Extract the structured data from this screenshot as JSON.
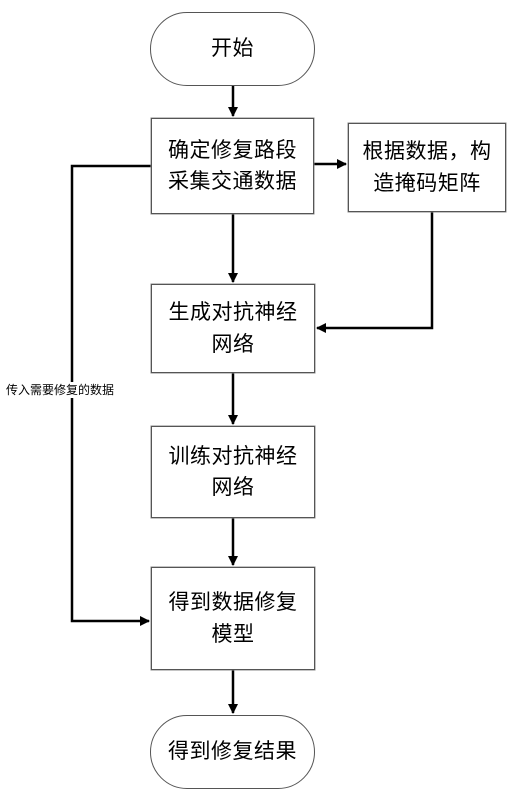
{
  "flowchart": {
    "start": "开始",
    "step1": {
      "line1": "确定修复路段",
      "line2": "采集交通数据"
    },
    "side_step": {
      "line1": "根据数据，构",
      "line2": "造掩码矩阵"
    },
    "step2": {
      "line1": "生成对抗神经",
      "line2": "网络"
    },
    "step3": {
      "line1": "训练对抗神经",
      "line2": "网络"
    },
    "step4": {
      "line1": "得到数据修复",
      "line2": "模型"
    },
    "end": "得到修复结果",
    "loop_label": "传入需要修复的数据"
  },
  "colors": {
    "line": "#000000",
    "box_border": "#555555"
  }
}
